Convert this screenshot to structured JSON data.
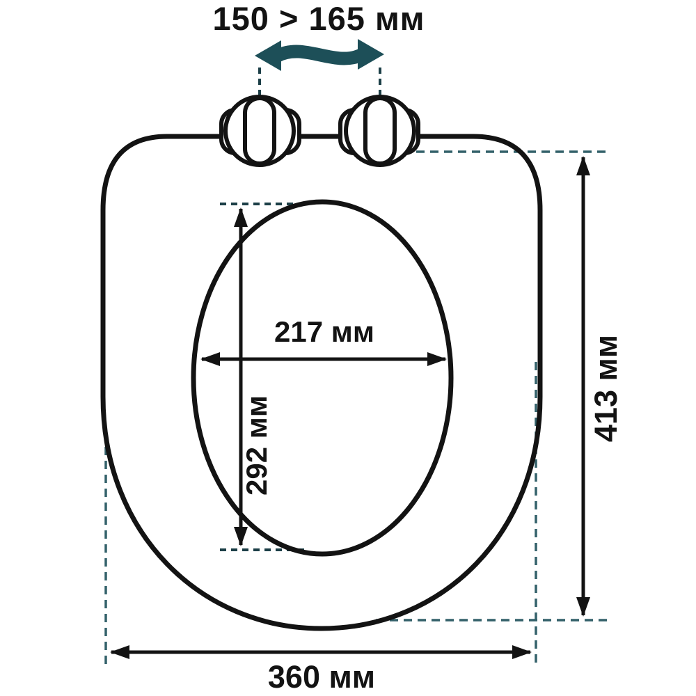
{
  "diagram": {
    "type": "dimension-drawing",
    "subject": "toilet-seat-top-view",
    "dimensions": {
      "hinge_spacing": {
        "label": "150 > 165 мм",
        "value_min_mm": 150,
        "value_max_mm": 165
      },
      "inner_width": {
        "label": "217 мм",
        "value_mm": 217
      },
      "inner_length": {
        "label": "292 мм",
        "value_mm": 292
      },
      "outer_length": {
        "label": "413 мм",
        "value_mm": 413
      },
      "outer_width": {
        "label": "360 мм",
        "value_mm": 360
      }
    },
    "colors": {
      "outline": "#131313",
      "accent_teal": "#1d4f58",
      "dashed_line": "#33616a",
      "background": "#ffffff"
    }
  }
}
